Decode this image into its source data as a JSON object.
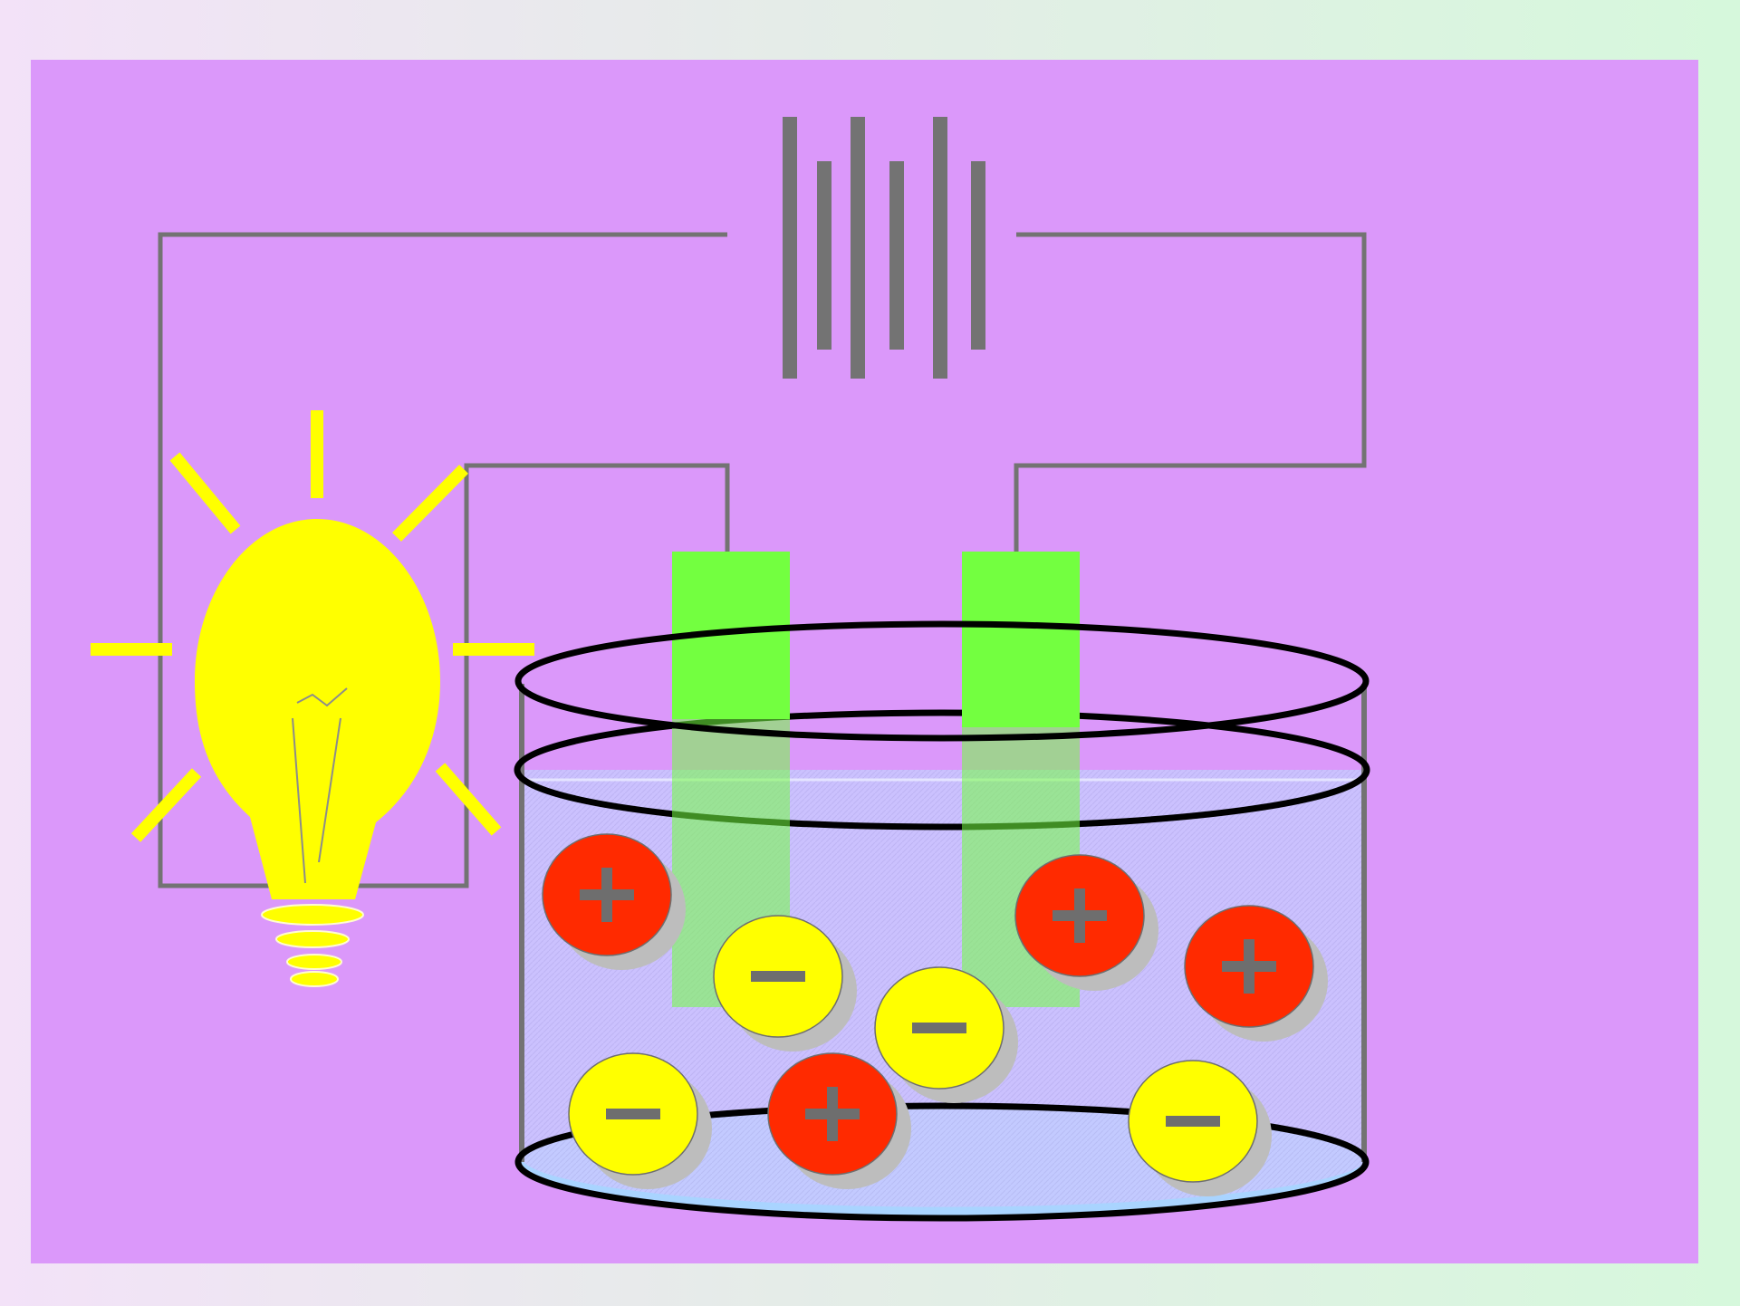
{
  "colors": {
    "frame_left": "#f3e2f8",
    "frame_right": "#d6f8dc",
    "panel": "#db98fa",
    "wire": "#737373",
    "bulb": "#ffff00",
    "electrode": "#73ff40",
    "solution": "#c8c8ff",
    "beaker_bottom": "#a9d4ff",
    "cation": "#ff2a00",
    "anion": "#ffff00",
    "ion_sign": "#6e6e6e",
    "ion_shadow": "#bdbdbd"
  },
  "ions": [
    {
      "charge": "positive",
      "icon": "plus-sign"
    },
    {
      "charge": "negative",
      "icon": "minus-sign"
    },
    {
      "charge": "positive",
      "icon": "plus-sign"
    },
    {
      "charge": "positive",
      "icon": "plus-sign"
    },
    {
      "charge": "negative",
      "icon": "minus-sign"
    },
    {
      "charge": "negative",
      "icon": "minus-sign"
    },
    {
      "charge": "positive",
      "icon": "plus-sign"
    },
    {
      "charge": "negative",
      "icon": "minus-sign"
    }
  ]
}
